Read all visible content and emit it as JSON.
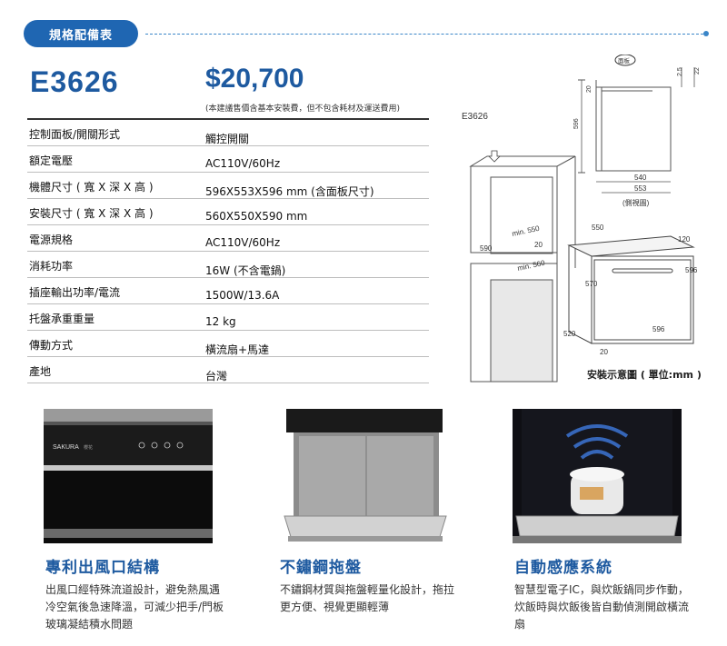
{
  "header": {
    "tag": "規格配備表"
  },
  "product": {
    "model": "E3626",
    "price": "$20,700",
    "price_note": "(本建議售價含基本安裝費，但不包含耗材及運送費用)"
  },
  "specs": [
    {
      "label": "控制面板/開關形式",
      "value": "觸控開關"
    },
    {
      "label": "額定電壓",
      "value": "AC110V/60Hz"
    },
    {
      "label": "機體尺寸 ( 寬 X 深 X 高 )",
      "value": "596X553X596 mm (含面板尺寸)"
    },
    {
      "label": "安裝尺寸 ( 寬 X 深 X 高 )",
      "value": "560X550X590 mm"
    },
    {
      "label": "電源規格",
      "value": "AC110V/60Hz"
    },
    {
      "label": "消耗功率",
      "value": "16W (不含電鍋)"
    },
    {
      "label": "插座輸出功率/電流",
      "value": "1500W/13.6A"
    },
    {
      "label": "托盤承重重量",
      "value": "12 kg"
    },
    {
      "label": "傳動方式",
      "value": "橫流扇+馬達"
    },
    {
      "label": "產地",
      "value": "台灣"
    }
  ],
  "diagram": {
    "model_label": "E3626",
    "side_label": "(側視圖)",
    "caption": "安裝示意圖 ( 單位:mm )",
    "dims": {
      "panel": "面板",
      "d25": "2.5",
      "d22": "22",
      "d20": "20",
      "d596v": "596",
      "d540": "540",
      "d553": "553",
      "d550top": "550",
      "d120": "120",
      "d596r": "596",
      "d590": "590",
      "min550": "min. 550",
      "d20b": "20",
      "min560": "min. 560",
      "d570": "570",
      "d520": "520",
      "d596b": "596",
      "d20c": "20"
    }
  },
  "photos": {
    "brand": "SAKURA",
    "brand_sub": "櫻花"
  },
  "features": [
    {
      "title": "專利出風口結構",
      "desc": "出風口經特殊流道設計，避免熱風遇冷空氣後急速降溫，可減少把手/門板玻璃凝結積水問題"
    },
    {
      "title": "不鏽鋼拖盤",
      "desc": "不鏽鋼材質與拖盤輕量化設計，拖拉更方便、視覺更顯輕薄"
    },
    {
      "title": "自動感應系統",
      "desc": "智慧型電子IC，與炊飯鍋同步作動，炊飯時與炊飯後皆自動偵測開啟橫流扇"
    }
  ],
  "colors": {
    "brand_blue": "#1e5aa0",
    "tag_bg": "#1f66b2"
  }
}
